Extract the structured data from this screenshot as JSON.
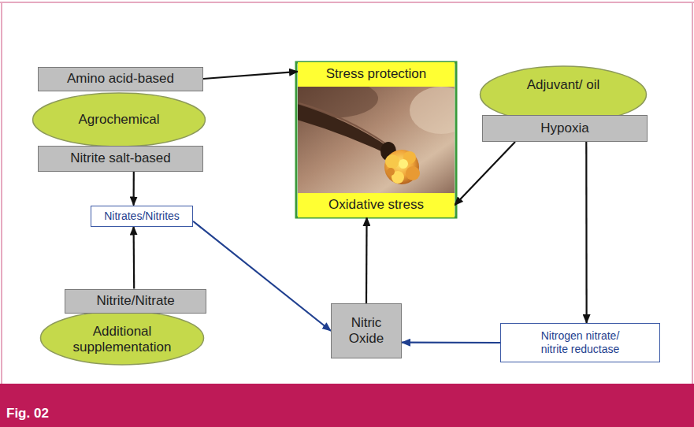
{
  "diagram": {
    "nodes": [
      {
        "text": [
          "Amino acid-based"
        ]
      },
      {
        "text": [
          "Stress protection"
        ]
      },
      {
        "text": [
          "Agrochemical"
        ]
      },
      {
        "text": [
          "Adjuvant/ oil"
        ]
      },
      {
        "text": [
          "Hypoxia"
        ]
      },
      {
        "text": [
          "Nitrite salt-based"
        ]
      },
      {
        "text": [
          "Nitrates/Nitrites"
        ]
      },
      {
        "text": [
          "Oxidative stress"
        ]
      },
      {
        "text": [
          "Nitrite/Nitrate"
        ]
      },
      {
        "text": [
          "Nitric Oxide"
        ]
      },
      {
        "text": [
          "Additional supplementation"
        ]
      },
      {
        "text": [
          "Nitrogen nitrate/ nitrite reductase"
        ]
      }
    ],
    "edges": [
      {
        "from": 0,
        "to": 1,
        "arrow": "to"
      },
      {
        "from": 5,
        "to": 6,
        "arrow": "to"
      },
      {
        "from": 8,
        "to": 6,
        "arrow": "to"
      },
      {
        "from": 6,
        "to": 9,
        "arrow": "to"
      },
      {
        "from": 4,
        "to": 7,
        "arrow": "to"
      },
      {
        "from": 4,
        "to": 11,
        "arrow": "to"
      },
      {
        "from": 11,
        "to": 9,
        "arrow": "to"
      },
      {
        "from": 9,
        "to": 7,
        "arrow": "to"
      }
    ],
    "labels": [
      "Fig. 02"
    ]
  }
}
